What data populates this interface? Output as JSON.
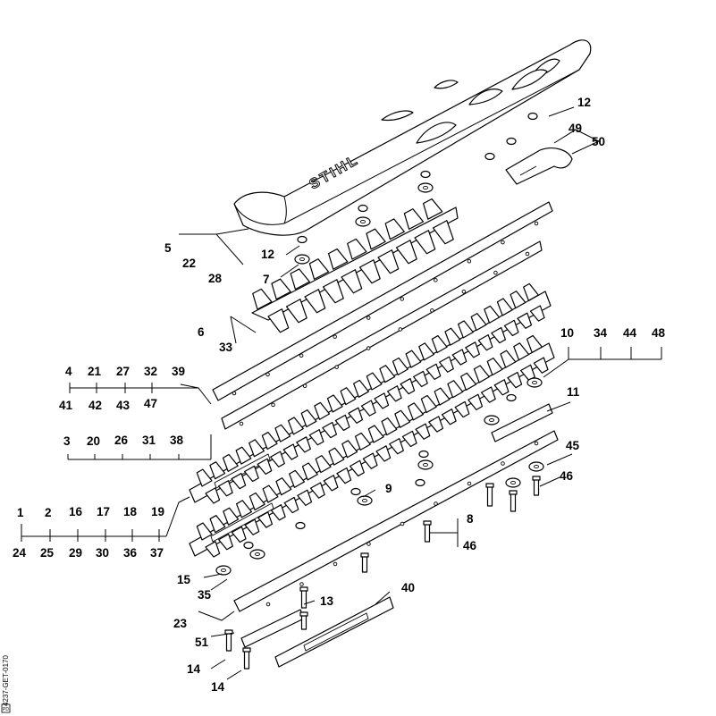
{
  "brand": "STIHL",
  "drawing_code": "4237-GET-0170",
  "logo_mark": "PD",
  "callouts": [
    {
      "id": "c-12a",
      "text": "12"
    },
    {
      "id": "c-49",
      "text": "49"
    },
    {
      "id": "c-50",
      "text": "50"
    },
    {
      "id": "c-5",
      "text": "5"
    },
    {
      "id": "c-22",
      "text": "22"
    },
    {
      "id": "c-28",
      "text": "28"
    },
    {
      "id": "c-12b",
      "text": "12"
    },
    {
      "id": "c-7",
      "text": "7"
    },
    {
      "id": "c-6",
      "text": "6"
    },
    {
      "id": "c-33",
      "text": "33"
    },
    {
      "id": "c-10",
      "text": "10"
    },
    {
      "id": "c-34",
      "text": "34"
    },
    {
      "id": "c-44",
      "text": "44"
    },
    {
      "id": "c-48",
      "text": "48"
    },
    {
      "id": "c-4",
      "text": "4"
    },
    {
      "id": "c-21",
      "text": "21"
    },
    {
      "id": "c-27",
      "text": "27"
    },
    {
      "id": "c-32",
      "text": "32"
    },
    {
      "id": "c-39",
      "text": "39"
    },
    {
      "id": "c-41",
      "text": "41"
    },
    {
      "id": "c-42",
      "text": "42"
    },
    {
      "id": "c-43",
      "text": "43"
    },
    {
      "id": "c-47",
      "text": "47"
    },
    {
      "id": "c-11",
      "text": "11"
    },
    {
      "id": "c-3",
      "text": "3"
    },
    {
      "id": "c-20",
      "text": "20"
    },
    {
      "id": "c-26",
      "text": "26"
    },
    {
      "id": "c-31",
      "text": "31"
    },
    {
      "id": "c-38",
      "text": "38"
    },
    {
      "id": "c-45",
      "text": "45"
    },
    {
      "id": "c-46a",
      "text": "46"
    },
    {
      "id": "c-9",
      "text": "9"
    },
    {
      "id": "c-1",
      "text": "1"
    },
    {
      "id": "c-2",
      "text": "2"
    },
    {
      "id": "c-16",
      "text": "16"
    },
    {
      "id": "c-17",
      "text": "17"
    },
    {
      "id": "c-18",
      "text": "18"
    },
    {
      "id": "c-19",
      "text": "19"
    },
    {
      "id": "c-24",
      "text": "24"
    },
    {
      "id": "c-25",
      "text": "25"
    },
    {
      "id": "c-29",
      "text": "29"
    },
    {
      "id": "c-30",
      "text": "30"
    },
    {
      "id": "c-36",
      "text": "36"
    },
    {
      "id": "c-37",
      "text": "37"
    },
    {
      "id": "c-8",
      "text": "8"
    },
    {
      "id": "c-46b",
      "text": "46"
    },
    {
      "id": "c-15",
      "text": "15"
    },
    {
      "id": "c-35",
      "text": "35"
    },
    {
      "id": "c-40",
      "text": "40"
    },
    {
      "id": "c-13",
      "text": "13"
    },
    {
      "id": "c-23",
      "text": "23"
    },
    {
      "id": "c-51",
      "text": "51"
    },
    {
      "id": "c-14a",
      "text": "14"
    },
    {
      "id": "c-14b",
      "text": "14"
    }
  ]
}
